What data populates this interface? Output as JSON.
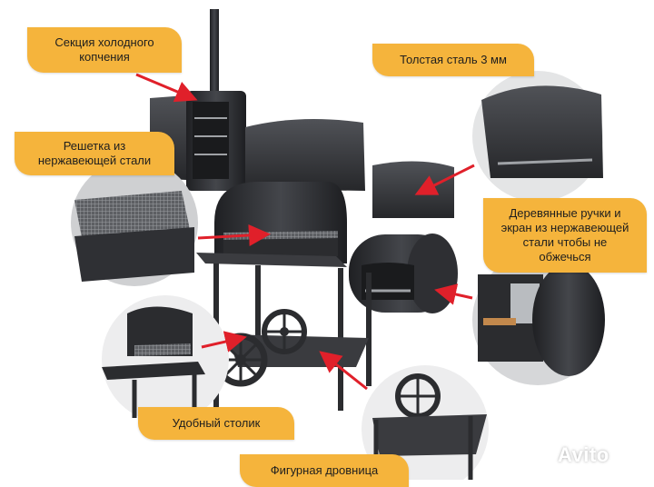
{
  "callouts": {
    "cold_smoke": "Секция холодного\nкопчения",
    "thick_steel": "Толстая сталь 3 мм",
    "steel_grate": "Решетка из\nнержавеющей стали",
    "wooden_handles": "Деревянные ручки и\nэкран из нержавеющей\nстали чтобы не\nобжечься",
    "table": "Удобный столик",
    "firewood": "Фигурная дровница"
  },
  "watermark": "Avito",
  "colors": {
    "callout_bg": "#f5b43c",
    "arrow": "#e0202a",
    "metal_dark": "#2b2c2f",
    "metal_mid": "#3d3f43"
  }
}
